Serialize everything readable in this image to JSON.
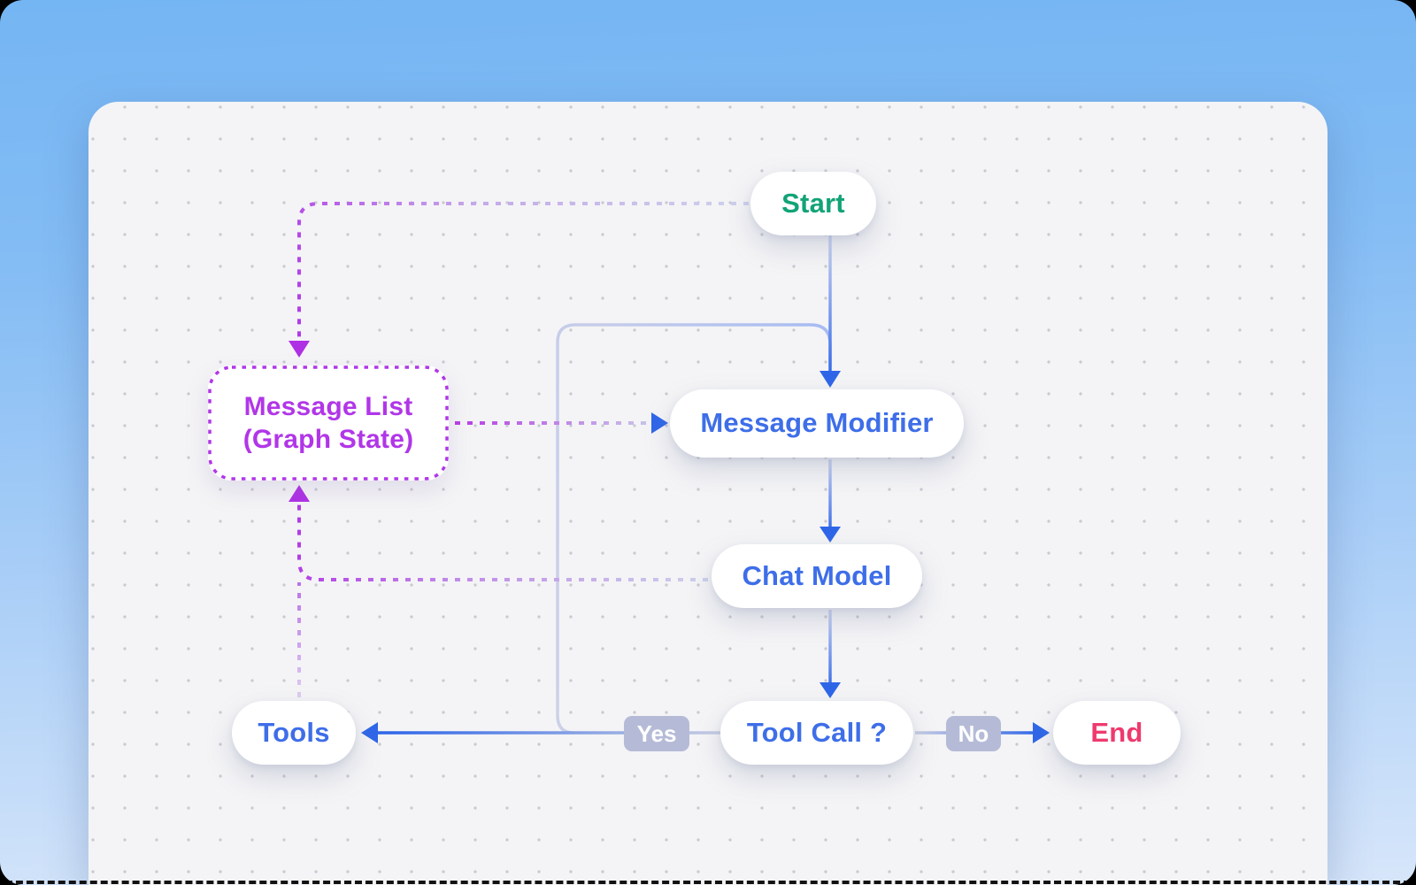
{
  "diagram": {
    "kind": "flowchart",
    "nodes": {
      "start": {
        "label": "Start",
        "text_color": "#12a377",
        "shape": "pill"
      },
      "message_list": {
        "label": "Message List",
        "sublabel": "(Graph State)",
        "text_color": "#b136e8",
        "shape": "dashed-rounded-rect"
      },
      "message_modifier": {
        "label": "Message Modifier",
        "text_color": "#3e6ee8",
        "shape": "pill"
      },
      "chat_model": {
        "label": "Chat Model",
        "text_color": "#3e6ee8",
        "shape": "pill"
      },
      "tool_call": {
        "label": "Tool Call ?",
        "text_color": "#3e6ee8",
        "shape": "pill"
      },
      "tools": {
        "label": "Tools",
        "text_color": "#3e6ee8",
        "shape": "pill"
      },
      "end": {
        "label": "End",
        "text_color": "#ee3a6e",
        "shape": "pill"
      }
    },
    "edge_labels": {
      "yes": "Yes",
      "no": "No"
    },
    "edges": [
      {
        "from": "start",
        "to": "message_modifier",
        "style": "solid"
      },
      {
        "from": "start",
        "to": "message_list",
        "style": "dashed"
      },
      {
        "from": "message_list",
        "to": "message_modifier",
        "style": "dashed"
      },
      {
        "from": "message_modifier",
        "to": "chat_model",
        "style": "solid"
      },
      {
        "from": "chat_model",
        "to": "message_list",
        "style": "dashed"
      },
      {
        "from": "chat_model",
        "to": "tool_call",
        "style": "solid"
      },
      {
        "from": "tool_call",
        "to": "tools",
        "style": "solid",
        "label": "Yes"
      },
      {
        "from": "tool_call",
        "to": "end",
        "style": "solid",
        "label": "No"
      },
      {
        "from": "tools",
        "to": "message_modifier",
        "style": "solid"
      },
      {
        "from": "tools",
        "to": "message_list",
        "style": "dashed"
      }
    ],
    "colors": {
      "edge_blue": "#2f66e8",
      "edge_faint_lavender": "#ccd2e8",
      "edge_purple": "#b136e8",
      "label_chip_bg": "#b5bbd7",
      "label_chip_text": "#ffffff",
      "canvas_bg": "#f4f4f6",
      "dot_grid": "#c9cad2",
      "outer_gradient_top": "#74b5f3",
      "outer_gradient_bottom": "#d7e6fa"
    }
  }
}
